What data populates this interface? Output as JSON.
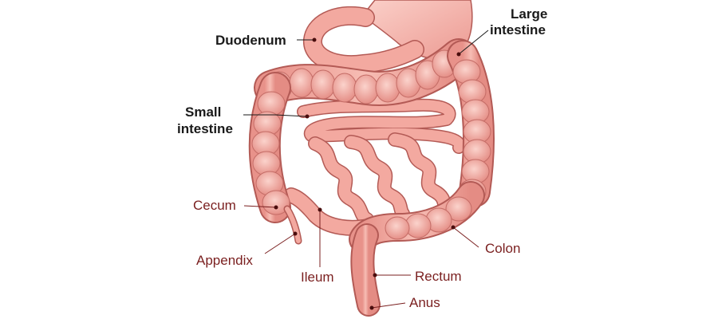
{
  "labels": {
    "duodenum": "Duodenum",
    "large_intestine_1": "Large",
    "large_intestine_2": "intestine",
    "small_intestine_1": "Small",
    "small_intestine_2": "intestine",
    "cecum": "Cecum",
    "appendix": "Appendix",
    "ileum": "Ileum",
    "rectum": "Rectum",
    "anus": "Anus",
    "colon": "Colon"
  },
  "colors": {
    "tissue": "#f3a9a0",
    "tissue_dark": "#d97f78",
    "tissue_light": "#fbd3cc",
    "outline": "#b35a55",
    "leader_bold": "#1a1a1a",
    "leader_red": "#7a1f1f",
    "dot": "#4a0d0d"
  }
}
